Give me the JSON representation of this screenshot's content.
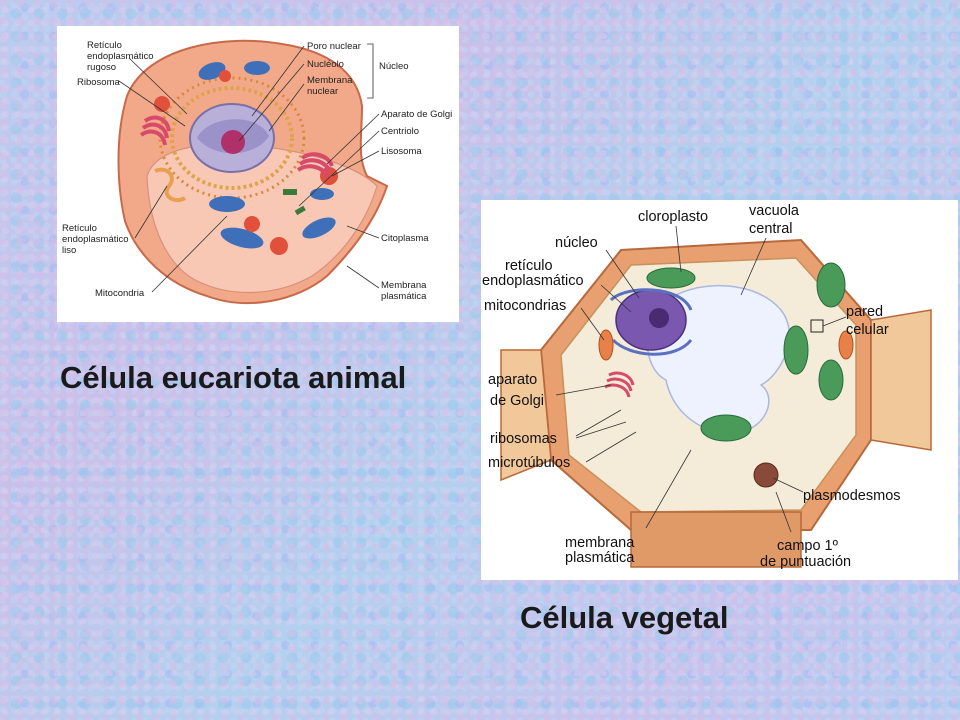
{
  "animal_cell": {
    "caption": "Célula eucariota animal",
    "labels": {
      "rer_line1": "Retículo",
      "rer_line2": "endoplasmático",
      "rer_line3": "rugoso",
      "ribosoma": "Ribosoma",
      "poro_nuclear": "Poro nuclear",
      "nucleolo": "Nucléolo",
      "membrana_nuclear_line1": "Membrana",
      "membrana_nuclear_line2": "nuclear",
      "nucleo": "Núcleo",
      "golgi": "Aparato de Golgi",
      "centriolo": "Centriolo",
      "lisosoma": "Lisosoma",
      "rel_line1": "Retículo",
      "rel_line2": "endoplasmático",
      "rel_line3": "liso",
      "citoplasma": "Citoplasma",
      "mitocondria": "Mitocondria",
      "membrana_plasmatica_line1": "Membrana",
      "membrana_plasmatica_line2": "plasmática"
    }
  },
  "plant_cell": {
    "caption": "Célula vegetal",
    "labels": {
      "cloroplasto": "cloroplasto",
      "vacuola_line1": "vacuola",
      "vacuola_line2": "central",
      "nucleo": "núcleo",
      "reticulo_line1": "retículo",
      "reticulo_line2": "endoplasmático",
      "mitocondrias": "mitocondrias",
      "pared_line1": "pared",
      "pared_line2": "celular",
      "aparato_line1": "aparato",
      "aparato_line2": "de Golgi",
      "ribosomas": "ribosomas",
      "microtubulos": "microtúbulos",
      "plasmodesmos": "plasmodesmos",
      "membrana_line1": "membrana",
      "membrana_line2": "plasmática",
      "campo_line1": "campo 1º",
      "campo_line2": "de puntuación"
    }
  },
  "colors": {
    "cell_body": "#f2a98a",
    "cytoplasm": "#f8c8b4",
    "mitochondria": "#3f6fb8",
    "nucleus": "#b8b0d8",
    "nucleolus": "#b0306a",
    "golgi": "#d84a6a",
    "lysosome": "#e0503a",
    "chloroplast": "#4a9a5a",
    "cell_wall": "#e8a070",
    "vacuole": "#eef2ff",
    "plant_nucleus": "#7a58b0"
  }
}
